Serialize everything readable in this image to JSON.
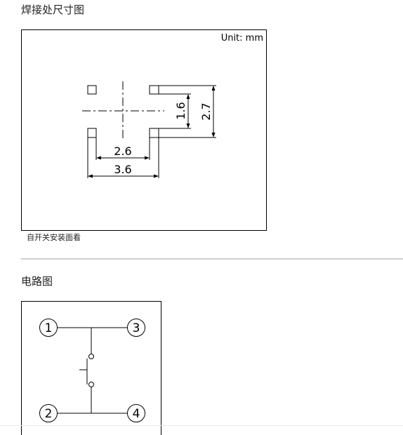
{
  "sections": {
    "footprint": {
      "title": "焊接处尺寸图",
      "unit_label": "Unit: mm",
      "caption": "自开关安装面看",
      "dimensions": {
        "inner_width": "2.6",
        "outer_width": "3.6",
        "inner_height": "1.6",
        "outer_height": "2.7"
      }
    },
    "circuit": {
      "title": "电路图",
      "pins": [
        "1",
        "3",
        "2",
        "4"
      ]
    }
  }
}
